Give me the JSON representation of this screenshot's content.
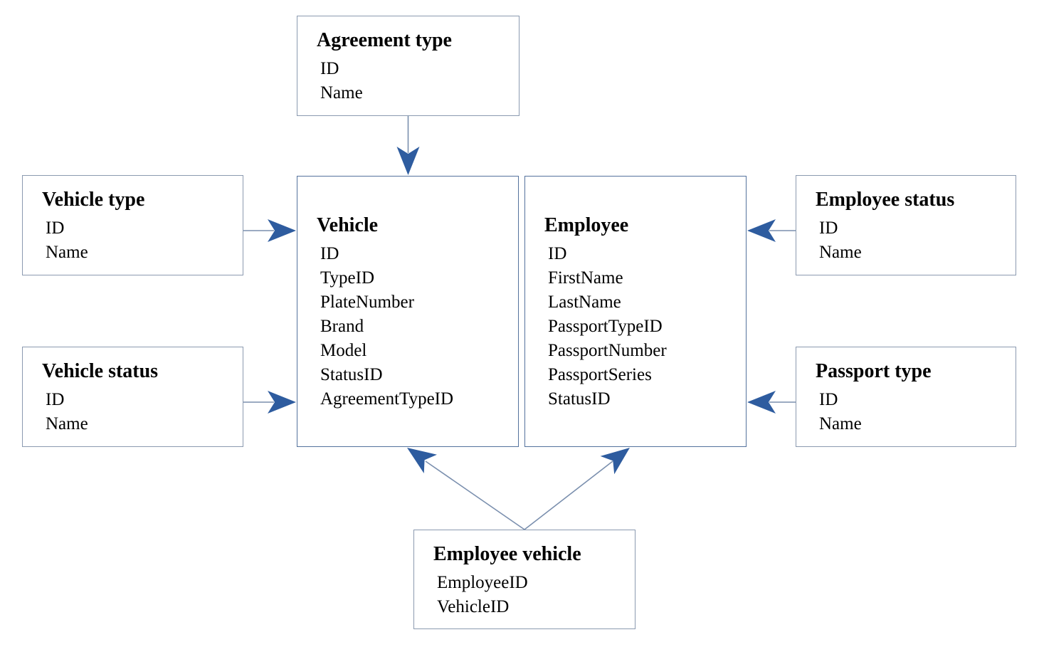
{
  "diagram_type": "entity-relationship",
  "colors": {
    "box_border": "#8b9ab0",
    "main_box_border": "#54729d",
    "arrow_fill": "#2e5c9f",
    "line": "#7a8fae",
    "background": "#ffffff",
    "text": "#000000"
  },
  "entities": {
    "agreement_type": {
      "title": "Agreement type",
      "attributes": [
        "ID",
        "Name"
      ]
    },
    "vehicle_type": {
      "title": "Vehicle type",
      "attributes": [
        "ID",
        "Name"
      ]
    },
    "vehicle_status": {
      "title": "Vehicle status",
      "attributes": [
        "ID",
        "Name"
      ]
    },
    "vehicle": {
      "title": "Vehicle",
      "attributes": [
        "ID",
        "TypeID",
        "PlateNumber",
        "Brand",
        "Model",
        "StatusID",
        "AgreementTypeID"
      ]
    },
    "employee": {
      "title": "Employee",
      "attributes": [
        "ID",
        "FirstName",
        "LastName",
        "PassportTypeID",
        "PassportNumber",
        "PassportSeries",
        "StatusID"
      ]
    },
    "employee_status": {
      "title": "Employee status",
      "attributes": [
        "ID",
        "Name"
      ]
    },
    "passport_type": {
      "title": "Passport type",
      "attributes": [
        "ID",
        "Name"
      ]
    },
    "employee_vehicle": {
      "title": "Employee vehicle",
      "attributes": [
        "EmployeeID",
        "VehicleID"
      ]
    }
  },
  "relationships": [
    {
      "from": "Agreement type",
      "to": "Vehicle"
    },
    {
      "from": "Vehicle type",
      "to": "Vehicle"
    },
    {
      "from": "Vehicle status",
      "to": "Vehicle"
    },
    {
      "from": "Employee status",
      "to": "Employee"
    },
    {
      "from": "Passport type",
      "to": "Employee"
    },
    {
      "from": "Employee vehicle",
      "to": "Vehicle"
    },
    {
      "from": "Employee vehicle",
      "to": "Employee"
    }
  ]
}
